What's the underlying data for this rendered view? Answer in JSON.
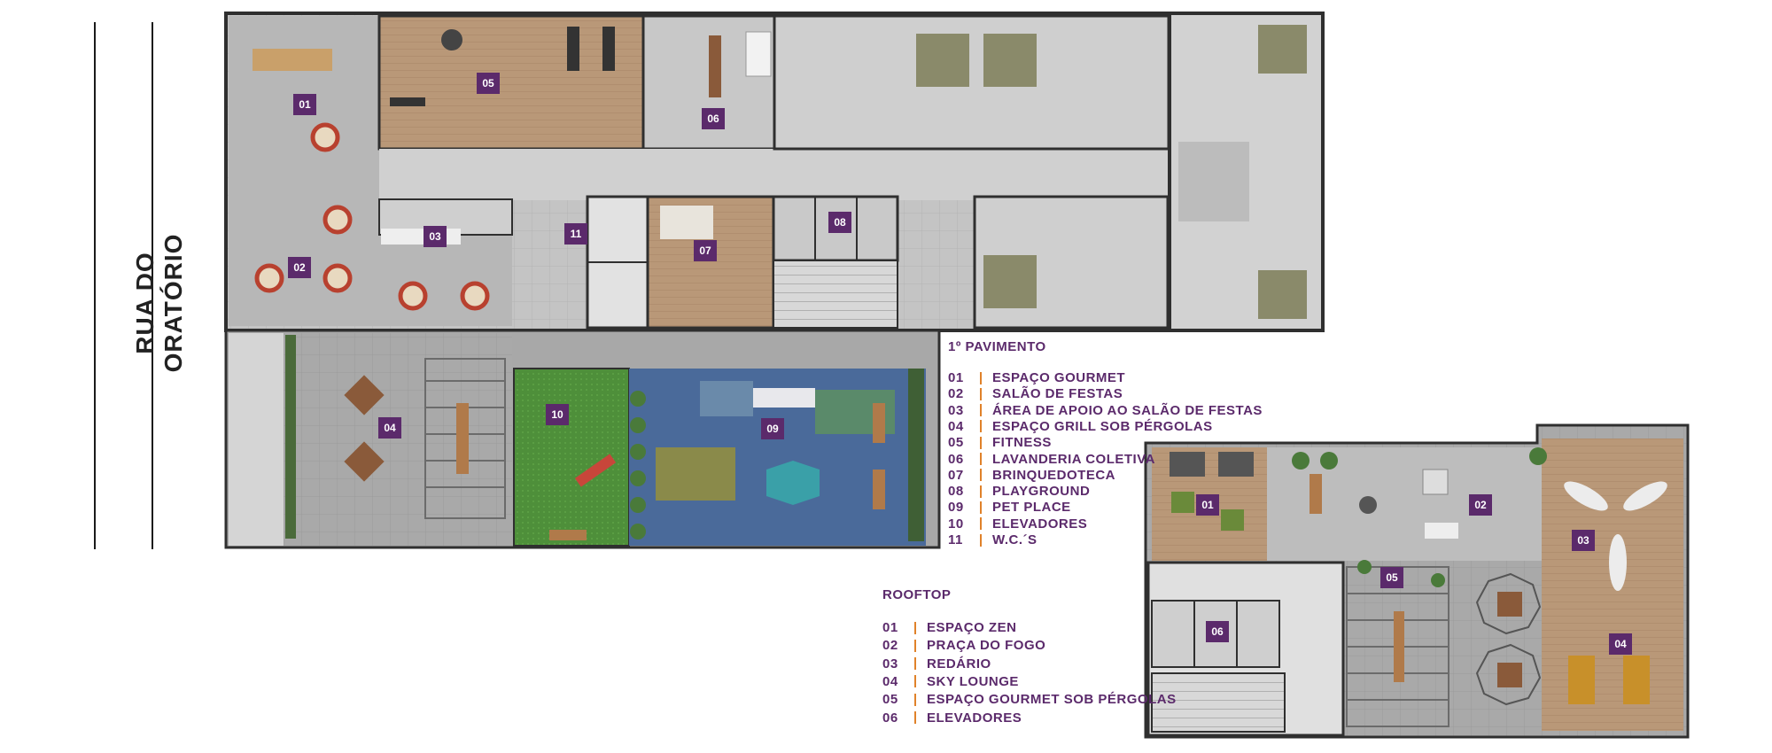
{
  "street": "RUA DO ORATÓRIO",
  "colors": {
    "purple": "#5b2a6b",
    "orange": "#e0822a",
    "wall": "#3a3a3a",
    "floor_grey": "#bdbdbd",
    "wood": "#b99878",
    "lawn": "#4e8f3a"
  },
  "ground_floor": {
    "title": "1º PAVIMENTO",
    "items": [
      {
        "num": "01",
        "label": "ESPAÇO GOURMET"
      },
      {
        "num": "02",
        "label": "SALÃO DE FESTAS"
      },
      {
        "num": "03",
        "label": "ÁREA DE APOIO AO SALÃO DE FESTAS"
      },
      {
        "num": "04",
        "label": "ESPAÇO GRILL SOB PÉRGOLAS"
      },
      {
        "num": "05",
        "label": "FITNESS"
      },
      {
        "num": "06",
        "label": "LAVANDERIA COLETIVA"
      },
      {
        "num": "07",
        "label": "BRINQUEDOTECA"
      },
      {
        "num": "08",
        "label": "PLAYGROUND"
      },
      {
        "num": "09",
        "label": "PET PLACE"
      },
      {
        "num": "10",
        "label": "ELEVADORES"
      },
      {
        "num": "11",
        "label": "W.C.´S"
      }
    ]
  },
  "rooftop": {
    "title": "ROOFTOP",
    "items": [
      {
        "num": "01",
        "label": "ESPAÇO ZEN"
      },
      {
        "num": "02",
        "label": "PRAÇA DO FOGO"
      },
      {
        "num": "03",
        "label": "REDÁRIO"
      },
      {
        "num": "04",
        "label": "SKY LOUNGE"
      },
      {
        "num": "05",
        "label": "ESPAÇO GOURMET SOB PÉRGOLAS"
      },
      {
        "num": "06",
        "label": "ELEVADORES"
      }
    ]
  },
  "plan_badges_ground": [
    "01",
    "02",
    "03",
    "04",
    "05",
    "06",
    "07",
    "08",
    "09",
    "10",
    "11"
  ],
  "plan_badges_roof": [
    "01",
    "02",
    "03",
    "04",
    "05",
    "06"
  ]
}
